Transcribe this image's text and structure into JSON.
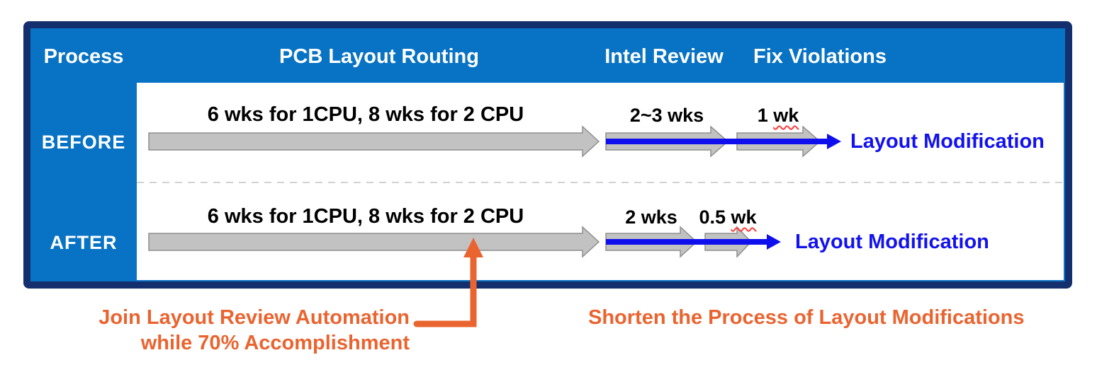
{
  "header": {
    "process": "Process",
    "pcb_layout_routing": "PCB Layout Routing",
    "intel_review": "Intel Review",
    "fix_violations": "Fix Violations"
  },
  "rows": {
    "before": {
      "label": "BEFORE",
      "routing_duration": "6 wks for 1CPU, 8 wks for 2 CPU",
      "review_duration": "2~3 wks",
      "fix_duration_prefix": "1 ",
      "fix_duration_unit": "wk",
      "outcome": "Layout Modification"
    },
    "after": {
      "label": "AFTER",
      "routing_duration": "6 wks for 1CPU, 8 wks for 2 CPU",
      "review_duration": "2 wks",
      "fix_duration_prefix": "0.5 ",
      "fix_duration_unit": "wk",
      "outcome": "Layout Modification"
    }
  },
  "annotations": {
    "join_automation_line1": "Join Layout Review Automation",
    "join_automation_line2": "while 70% Accomplishment",
    "shorten_process": "Shorten the Process of Layout Modifications"
  },
  "colors": {
    "panel_border_navy": "#142f6d",
    "panel_fill_blue": "#0873c4",
    "arrow_gray_fill": "#c2c2c2",
    "arrow_gray_border": "#8f8f8f",
    "flow_line_blue": "#0f0fee",
    "outcome_text_blue": "#1212ee",
    "accent_orange": "#ea6430",
    "squiggle_red": "#ff3b3b"
  }
}
